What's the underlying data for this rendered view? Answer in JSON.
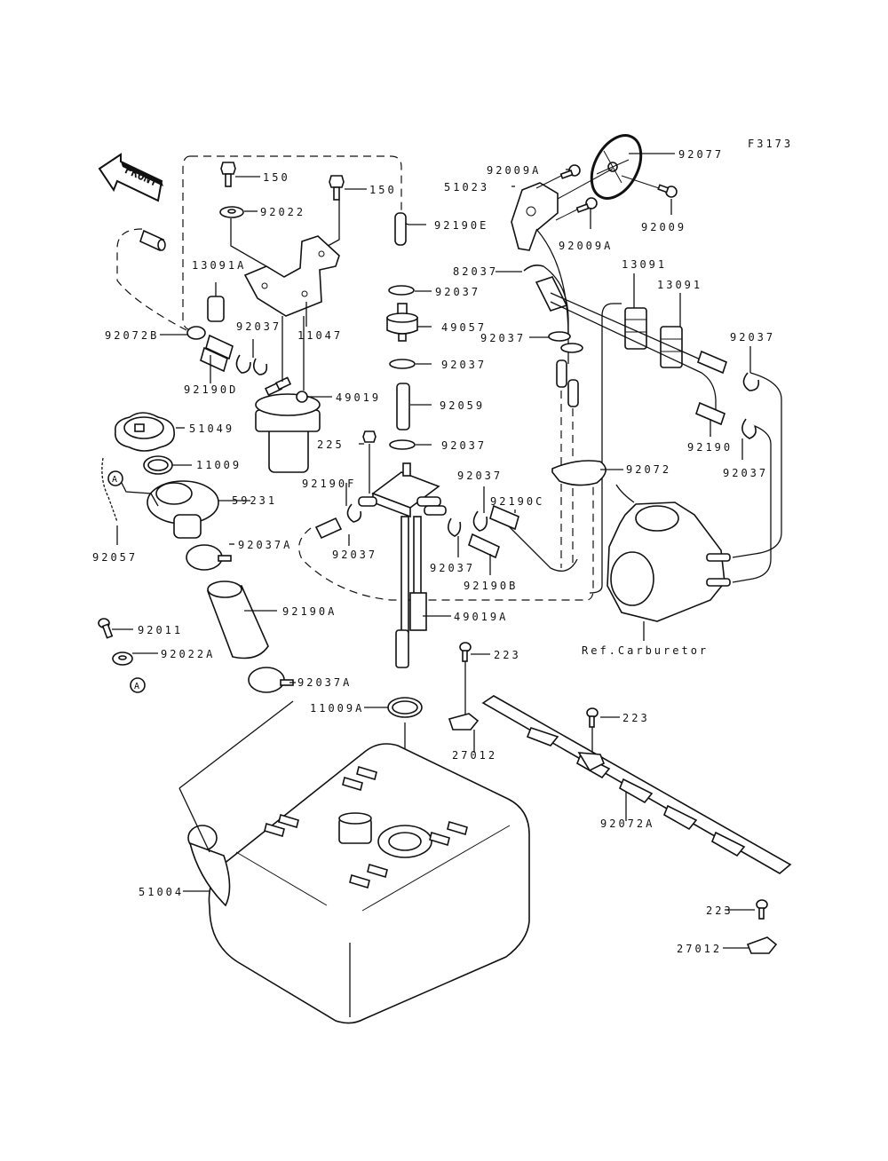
{
  "diagram": {
    "figure_code": "F3173",
    "front_arrow_text": "FRONT",
    "ref_label": "Ref.Carburetor",
    "circle_ref": "A",
    "labels": [
      {
        "id": "bolt-150-a",
        "text": "150"
      },
      {
        "id": "bolt-150-b",
        "text": "150"
      },
      {
        "id": "washer-92022",
        "text": "92022"
      },
      {
        "id": "pipe-92190E",
        "text": "92190E"
      },
      {
        "id": "clamp-13091A",
        "text": "13091A"
      },
      {
        "id": "bracket-11047",
        "text": "11047"
      },
      {
        "id": "band-92072B",
        "text": "92072B"
      },
      {
        "id": "clip-92037-left",
        "text": "92037"
      },
      {
        "id": "hose-92190D",
        "text": "92190D"
      },
      {
        "id": "filter-49019",
        "text": "49019"
      },
      {
        "id": "clip-92037-c1",
        "text": "92037"
      },
      {
        "id": "filter-49057",
        "text": "49057"
      },
      {
        "id": "clip-92037-c2",
        "text": "92037"
      },
      {
        "id": "pipe-92059",
        "text": "92059"
      },
      {
        "id": "clip-92037-c3",
        "text": "92037"
      },
      {
        "id": "cap-51049",
        "text": "51049"
      },
      {
        "id": "gasket-11009",
        "text": "11009"
      },
      {
        "id": "filler-59231",
        "text": "59231"
      },
      {
        "id": "chain-92057",
        "text": "92057"
      },
      {
        "id": "clamp-92037A-a",
        "text": "92037A"
      },
      {
        "id": "hose-92190A",
        "text": "92190A"
      },
      {
        "id": "bolt-92011",
        "text": "92011"
      },
      {
        "id": "washer-92022A",
        "text": "92022A"
      },
      {
        "id": "clamp-92037A-b",
        "text": "92037A"
      },
      {
        "id": "gasket-11009A",
        "text": "11009A"
      },
      {
        "id": "tank-51004",
        "text": "51004"
      },
      {
        "id": "screw-225",
        "text": "225"
      },
      {
        "id": "hose-92190F",
        "text": "92190F"
      },
      {
        "id": "clip-92037-v1",
        "text": "92037"
      },
      {
        "id": "clip-92037-v2",
        "text": "92037"
      },
      {
        "id": "clip-92037-v3",
        "text": "92037"
      },
      {
        "id": "hose-92190C",
        "text": "92190C"
      },
      {
        "id": "hose-92190B",
        "text": "92190B"
      },
      {
        "id": "pickup-49019A",
        "text": "49019A"
      },
      {
        "id": "screw-92009A-a",
        "text": "92009A"
      },
      {
        "id": "gasket-92077",
        "text": "92077"
      },
      {
        "id": "valve-51023",
        "text": "51023"
      },
      {
        "id": "screw-92009",
        "text": "92009"
      },
      {
        "id": "screw-92009A-b",
        "text": "92009A"
      },
      {
        "id": "clip-82037",
        "text": "82037"
      },
      {
        "id": "clip-92037-r1",
        "text": "92037"
      },
      {
        "id": "clamp-13091-a",
        "text": "13091"
      },
      {
        "id": "clamp-13091-b",
        "text": "13091"
      },
      {
        "id": "clip-92037-r2",
        "text": "92037"
      },
      {
        "id": "hose-92190",
        "text": "92190"
      },
      {
        "id": "clip-92037-r3",
        "text": "92037"
      },
      {
        "id": "band-92072",
        "text": "92072"
      },
      {
        "id": "screw-223-a",
        "text": "223"
      },
      {
        "id": "stay-27012-a",
        "text": "27012"
      },
      {
        "id": "screw-223-b",
        "text": "223"
      },
      {
        "id": "band-92072A",
        "text": "92072A"
      },
      {
        "id": "screw-223-c",
        "text": "223"
      },
      {
        "id": "stay-27012-b",
        "text": "27012"
      }
    ]
  }
}
